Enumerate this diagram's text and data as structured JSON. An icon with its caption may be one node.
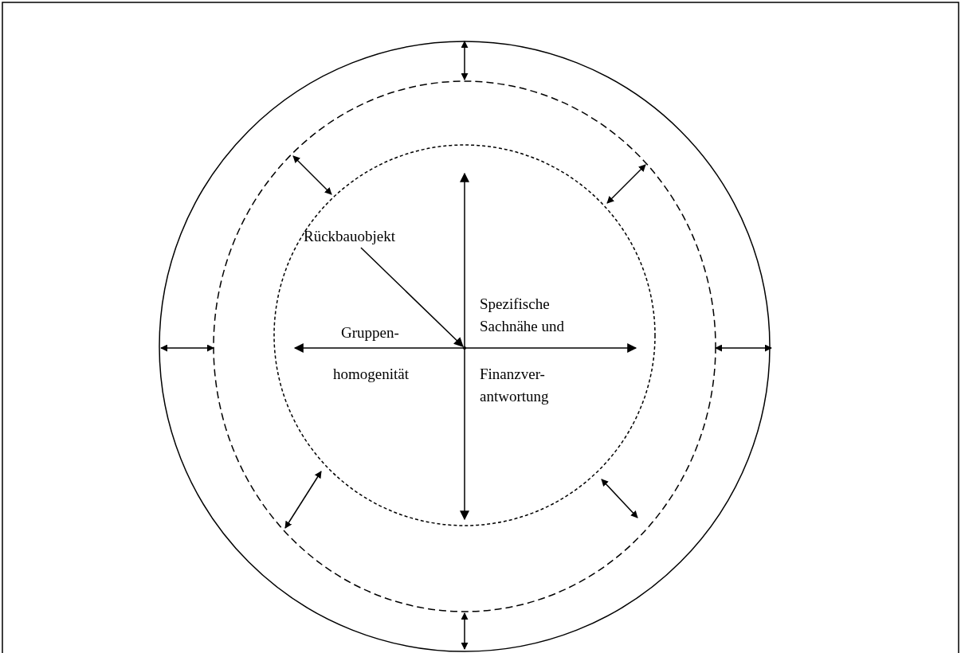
{
  "diagram": {
    "nodes": [
      {
        "text": [
          "Rückbauobjekt"
        ]
      },
      {
        "text": [],
        "shape": "point"
      }
    ],
    "edges": [
      {
        "from": 0,
        "to": 1,
        "arrow": "to"
      }
    ],
    "labels": [
      "Spezifische Sachnähe und",
      "Gruppen-",
      "homogenität",
      "Finanzver- antwortung"
    ]
  }
}
